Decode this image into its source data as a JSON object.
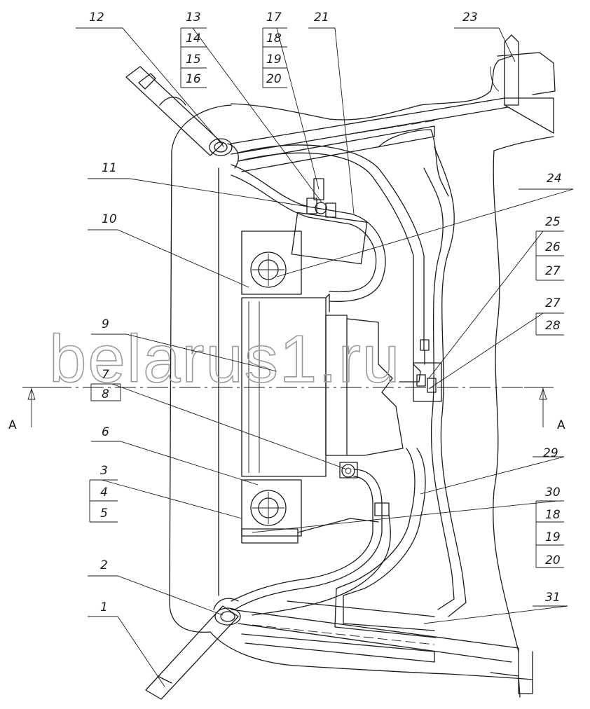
{
  "watermark": "belarus1.ru",
  "section_marks": {
    "left": "A",
    "right": "A"
  },
  "callouts": {
    "c1": "1",
    "c2": "2",
    "c3": "3",
    "c4": "4",
    "c5": "5",
    "c6": "6",
    "c7": "7",
    "c8": "8",
    "c9": "9",
    "c10": "10",
    "c11": "11",
    "c12": "12",
    "c13": "13",
    "c14": "14",
    "c15": "15",
    "c16": "16",
    "c17": "17",
    "c18a": "18",
    "c19a": "19",
    "c20a": "20",
    "c21": "21",
    "c23": "23",
    "c24": "24",
    "c25": "25",
    "c26": "26",
    "c27a": "27",
    "c27b": "27",
    "c28": "28",
    "c29": "29",
    "c30": "30",
    "c18b": "18",
    "c19b": "19",
    "c20b": "20",
    "c31": "31"
  },
  "colors": {
    "line": "#1a1a1a",
    "watermark": "#9a9a9a",
    "background": "#ffffff"
  }
}
